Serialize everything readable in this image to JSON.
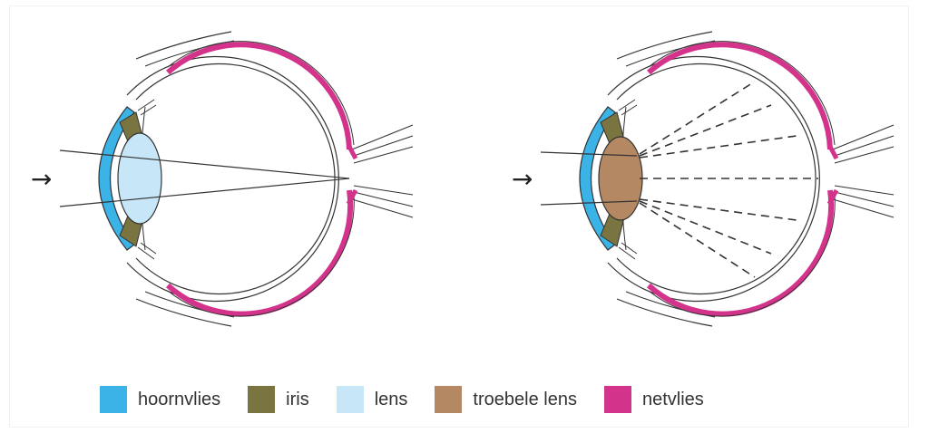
{
  "colors": {
    "cornea": "#3cb3e6",
    "iris": "#7a7440",
    "lens": "#c7e7f8",
    "cloudy_lens": "#b48863",
    "retina": "#d3338a",
    "outline": "#333333"
  },
  "figure": {
    "arrow_glyph": "→"
  },
  "legend": [
    {
      "label": "hoornvlies",
      "color": "#3cb3e6"
    },
    {
      "label": "iris",
      "color": "#7a7440"
    },
    {
      "label": "lens",
      "color": "#c7e7f8"
    },
    {
      "label": "troebele lens",
      "color": "#b48863"
    },
    {
      "label": "netvlies",
      "color": "#d3338a"
    }
  ]
}
